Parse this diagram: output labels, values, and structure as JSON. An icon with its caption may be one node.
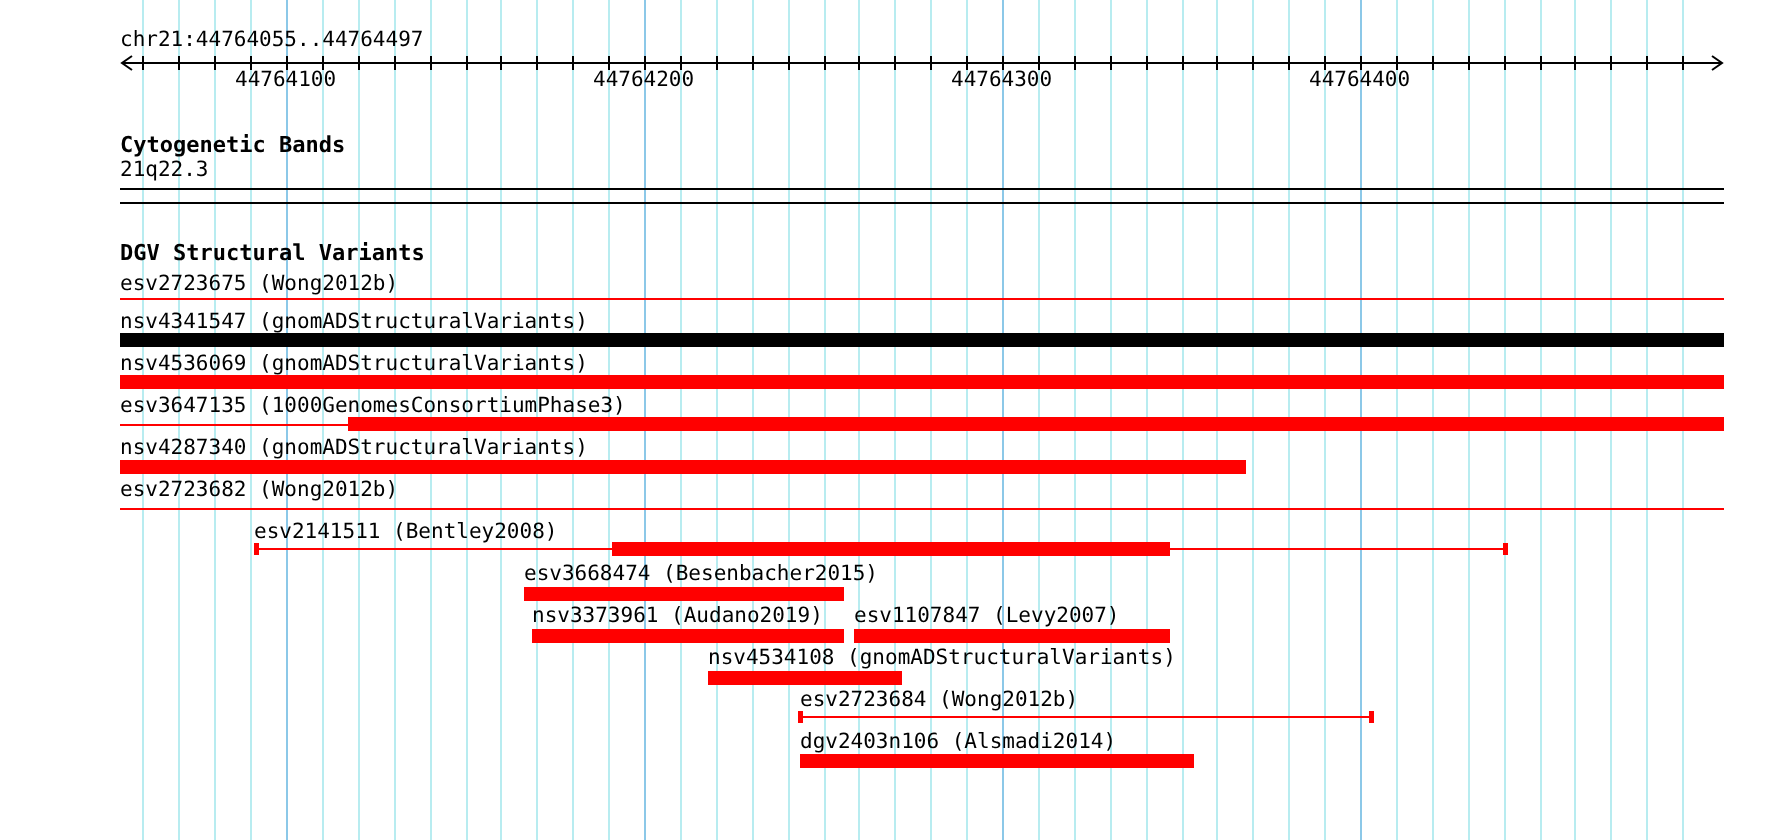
{
  "diagram": {
    "labels": [
      "chr21:44764055..44764497",
      "44764100",
      "44764200",
      "44764300",
      "44764400",
      "Cytogenetic Bands",
      "21q22.3",
      "DGV Structural Variants",
      "esv2723675 (Wong2012b)",
      "nsv4341547 (gnomADStructuralVariants)",
      "nsv4536069 (gnomADStructuralVariants)",
      "esv3647135 (1000GenomesConsortiumPhase3)",
      "nsv4287340 (gnomADStructuralVariants)",
      "esv2723682 (Wong2012b)",
      "esv2141511 (Bentley2008)",
      "esv3668474 (Besenbacher2015)",
      "nsv3373961 (Audano2019)",
      "esv1107847 (Levy2007)",
      "nsv4534108 (gnomADStructuralVariants)",
      "esv2723684 (Wong2012b)",
      "dgv2403n106 (Alsmadi2014)"
    ]
  }
}
